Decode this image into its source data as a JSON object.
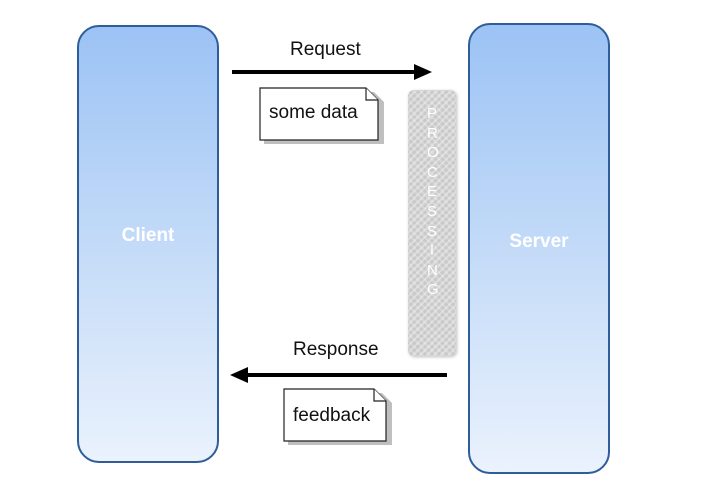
{
  "client": {
    "label": "Client"
  },
  "server": {
    "label": "Server"
  },
  "request": {
    "label": "Request",
    "payload": "some data"
  },
  "response": {
    "label": "Response",
    "payload": "feedback"
  },
  "processing": {
    "label": "PROCESSING"
  },
  "colors": {
    "node_border": "#2f5d9a",
    "node_fill_top": "#9cc3f5",
    "node_fill_bottom": "#eaf2fd",
    "node_text": "#ffffff",
    "arrow": "#000000",
    "processing_fill": "#c9c9c9"
  }
}
